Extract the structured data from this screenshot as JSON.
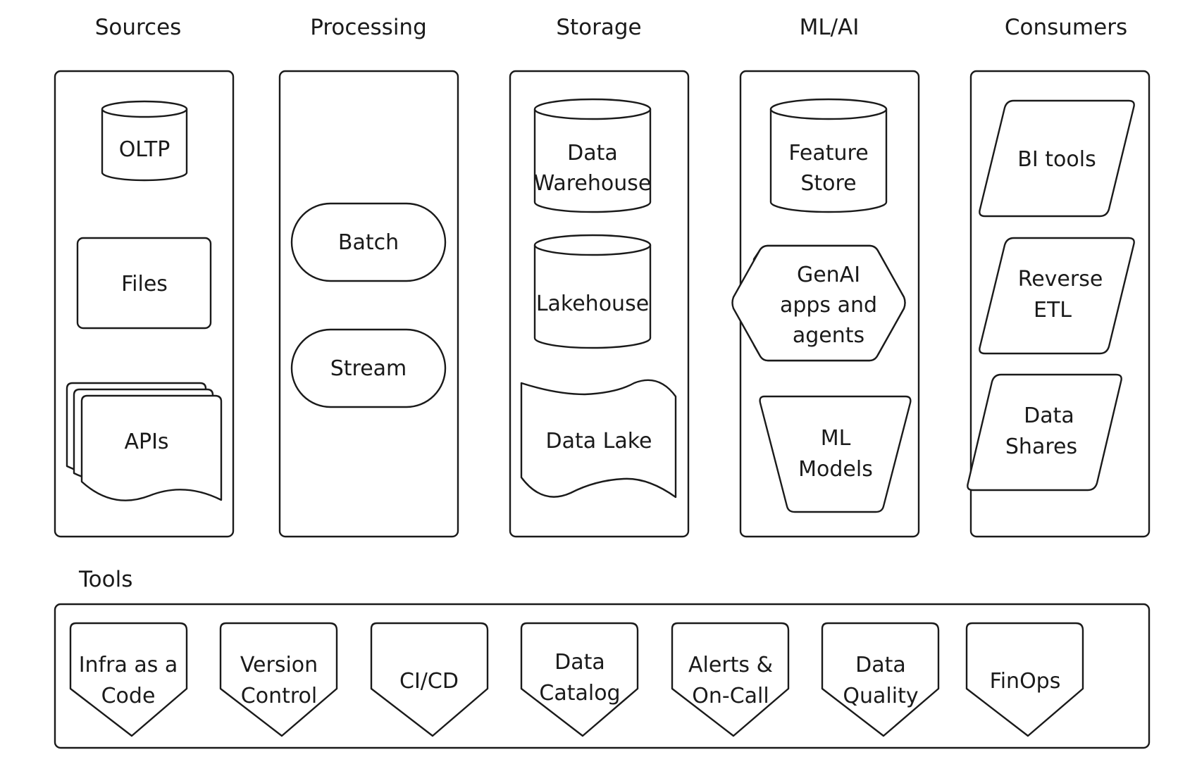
{
  "columns": {
    "sources": "Sources",
    "processing": "Processing",
    "storage": "Storage",
    "ml_ai": "ML/AI",
    "consumers": "Consumers"
  },
  "sources": {
    "oltp": "OLTP",
    "files": "Files",
    "apis": "APIs"
  },
  "processing": {
    "batch": "Batch",
    "stream": "Stream"
  },
  "storage": {
    "warehouse": [
      "Data",
      "Warehouse"
    ],
    "lakehouse": "Lakehouse",
    "data_lake": "Data Lake"
  },
  "ml_ai": {
    "feature_store": [
      "Feature",
      "Store"
    ],
    "genai": [
      "GenAI",
      "apps and",
      "agents"
    ],
    "ml_models": [
      "ML",
      "Models"
    ]
  },
  "consumers": {
    "bi_tools": "BI tools",
    "reverse_etl": [
      "Reverse",
      "ETL"
    ],
    "data_shares": [
      "Data",
      "Shares"
    ]
  },
  "tools": {
    "title": "Tools",
    "items": [
      [
        "Infra as a",
        "Code"
      ],
      [
        "Version",
        "Control"
      ],
      [
        "CI/CD"
      ],
      [
        "Data",
        "Catalog"
      ],
      [
        "Alerts &",
        "On-Call"
      ],
      [
        "Data",
        "Quality"
      ],
      [
        "FinOps"
      ]
    ]
  }
}
